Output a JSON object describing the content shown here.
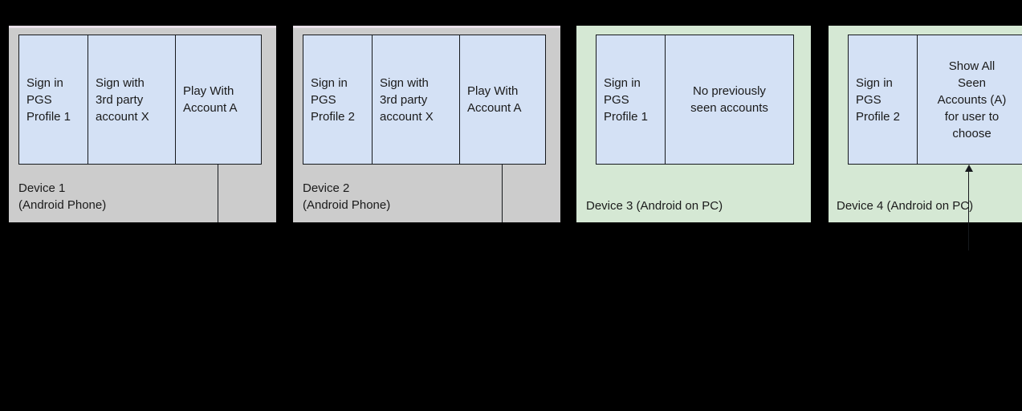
{
  "diagram": {
    "type": "flow-diagram",
    "background_color": "#000000",
    "panels": [
      {
        "id": "device-1",
        "label": "Device 1\n(Android Phone)",
        "background_color": "#cccccc",
        "has_top_strip": true,
        "top_strip_color": "#e8dfe8",
        "cells": [
          {
            "text": "Sign in\nPGS\nProfile 1",
            "align": "left"
          },
          {
            "text": "Sign with\n3rd party\naccount X",
            "align": "left"
          },
          {
            "text": "Play With\nAccount A",
            "align": "left"
          }
        ]
      },
      {
        "id": "device-2",
        "label": "Device 2\n(Android Phone)",
        "background_color": "#cccccc",
        "has_top_strip": true,
        "top_strip_color": "#e8dfe8",
        "cells": [
          {
            "text": "Sign in\nPGS\nProfile 2",
            "align": "left"
          },
          {
            "text": "Sign with\n3rd party\naccount X",
            "align": "left"
          },
          {
            "text": "Play With\nAccount A",
            "align": "left"
          }
        ]
      },
      {
        "id": "device-3",
        "label": "Device 3 (Android on PC)",
        "background_color": "#d5e8d4",
        "has_top_strip": false,
        "cells": [
          {
            "text": "Sign in\nPGS\nProfile 1",
            "align": "left"
          },
          {
            "text": "No previously\nseen accounts",
            "align": "center"
          }
        ]
      },
      {
        "id": "device-4",
        "label": "Device 4 (Android on PC)",
        "background_color": "#d5e8d4",
        "has_top_strip": false,
        "cells": [
          {
            "text": "Sign in\nPGS\nProfile 2",
            "align": "left"
          },
          {
            "text": "Show All\nSeen\nAccounts (A)\nfor user to\nchoose",
            "align": "center"
          }
        ]
      }
    ],
    "cell_fill_color": "#d4e1f5",
    "cell_border_color": "#16191d",
    "connector_color": "#16191d",
    "arrow": {
      "target_panel": "device-4",
      "target_cell_text": "Show All\nSeen\nAccounts (A)\nfor user to\nchoose",
      "direction": "up"
    }
  }
}
